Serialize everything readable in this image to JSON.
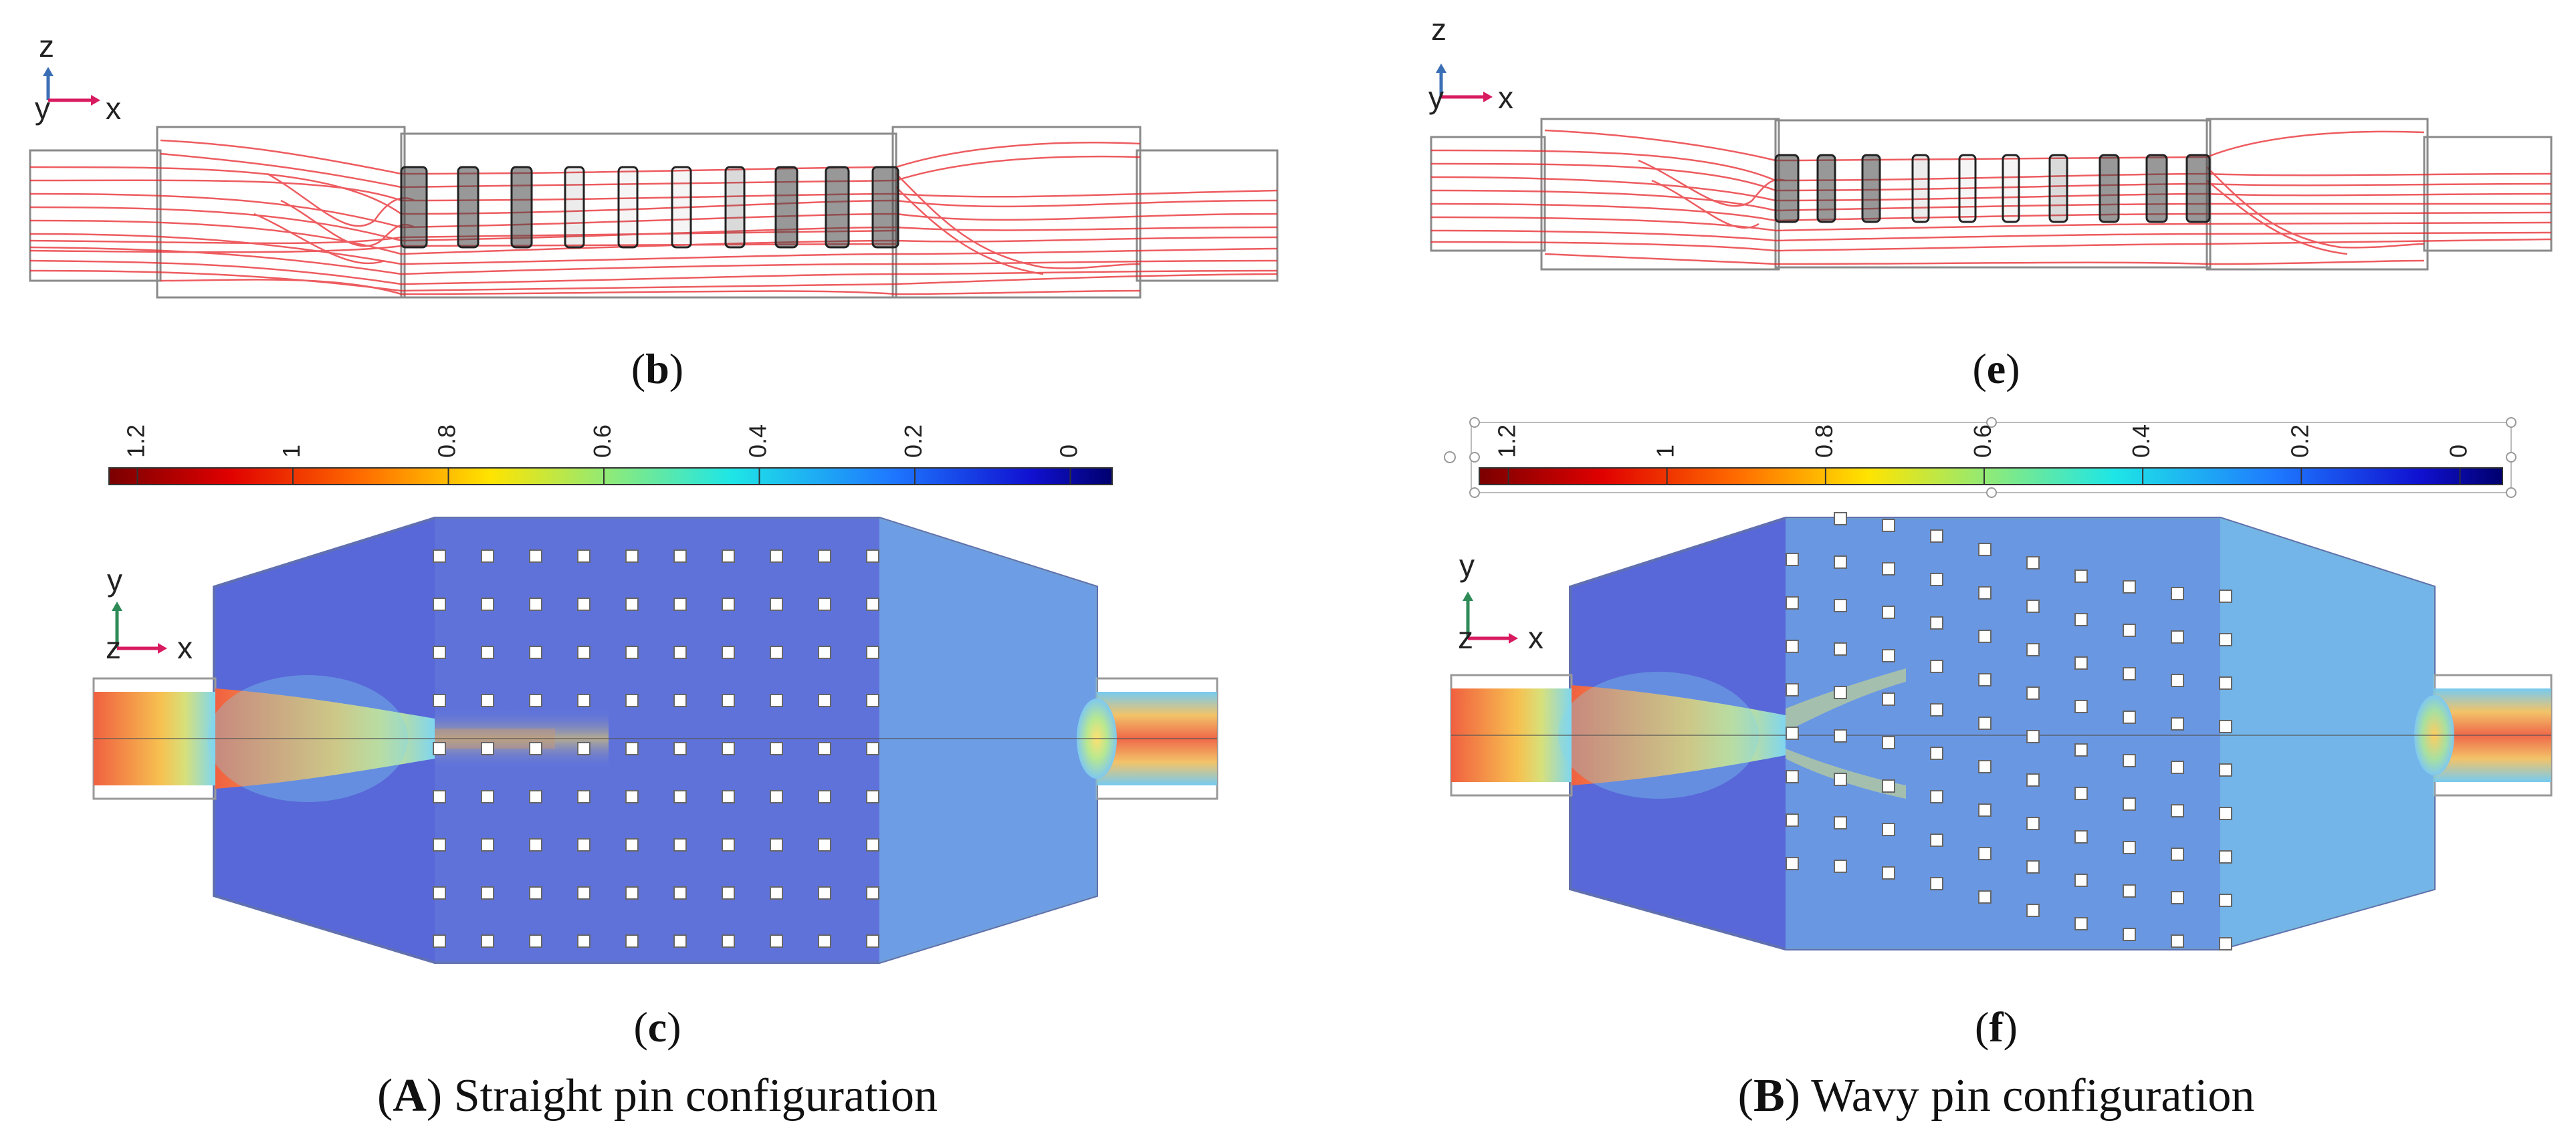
{
  "colors": {
    "streamline": "#e8262b",
    "field_low": "#4a5cd6",
    "field_mid": "#7fd6f0",
    "field_high": "#e85a3a",
    "pin_fill": "#ffffff",
    "outline": "#555555"
  },
  "panels": [
    {
      "id": "b",
      "label": "b",
      "kind": "streamlines",
      "axes": [
        "z",
        "y",
        "x"
      ]
    },
    {
      "id": "e",
      "label": "e",
      "kind": "streamlines",
      "axes": [
        "z",
        "y",
        "x"
      ]
    },
    {
      "id": "c",
      "label": "c",
      "kind": "velocity-field",
      "pin_layout": "straight",
      "axes": [
        "y",
        "z",
        "x"
      ]
    },
    {
      "id": "f",
      "label": "f",
      "kind": "velocity-field",
      "pin_layout": "wavy",
      "axes": [
        "y",
        "z",
        "x"
      ]
    }
  ],
  "colorbar": {
    "ticks": [
      "1.2",
      "1",
      "0.8",
      "0.6",
      "0.4",
      "0.2",
      "0"
    ],
    "colormap": "jet-reversed"
  },
  "captions": {
    "left": {
      "letter": "A",
      "text": "Straight pin configuration"
    },
    "right": {
      "letter": "B",
      "text": "Wavy pin configuration"
    }
  }
}
